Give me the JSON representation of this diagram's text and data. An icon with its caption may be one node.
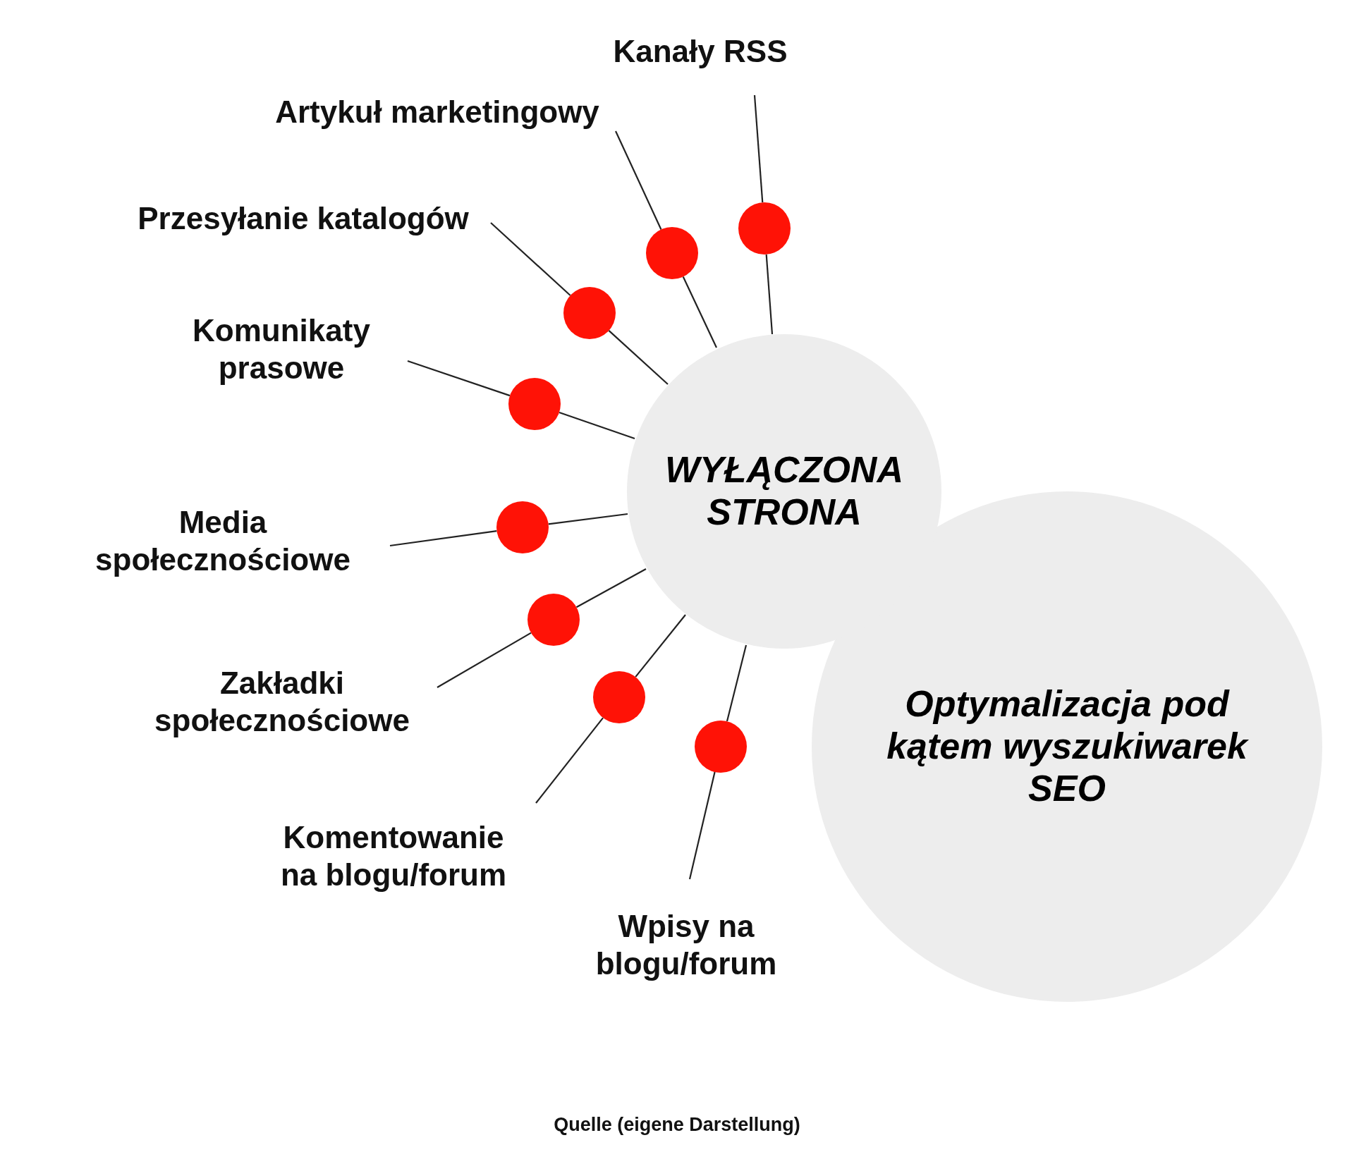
{
  "diagram": {
    "caption": "Quelle (eigene Darstellung)",
    "nodes": [
      {
        "text": [
          "WYŁĄCZONA STRONA"
        ]
      },
      {
        "text": [
          "Optymalizacja pod kątem wyszukiwarek SEO"
        ]
      },
      {
        "text": [
          "Kanały RSS"
        ]
      },
      {
        "text": [
          "Artykuł marketingowy"
        ]
      },
      {
        "text": [
          "Przesyłanie katalogów"
        ]
      },
      {
        "text": [
          "Komunikaty prasowe"
        ]
      },
      {
        "text": [
          "Media społecznościowe"
        ]
      },
      {
        "text": [
          "Zakładki społecznościowe"
        ]
      },
      {
        "text": [
          "Komentowanie na blogu/forum"
        ]
      },
      {
        "text": [
          "Wpisy na blogu/forum"
        ]
      },
      {
        "text": [],
        "shape": "circle"
      },
      {
        "text": [],
        "shape": "circle"
      },
      {
        "text": [],
        "shape": "circle"
      },
      {
        "text": [],
        "shape": "circle"
      },
      {
        "text": [],
        "shape": "circle"
      },
      {
        "text": [],
        "shape": "circle"
      },
      {
        "text": [],
        "shape": "circle"
      },
      {
        "text": [],
        "shape": "circle"
      }
    ],
    "edges": [
      {
        "from": 2,
        "to": 10,
        "arrow": "none"
      },
      {
        "from": 10,
        "to": 0,
        "arrow": "none"
      },
      {
        "from": 3,
        "to": 11,
        "arrow": "none"
      },
      {
        "from": 11,
        "to": 0,
        "arrow": "none"
      },
      {
        "from": 4,
        "to": 12,
        "arrow": "none"
      },
      {
        "from": 12,
        "to": 0,
        "arrow": "none"
      },
      {
        "from": 5,
        "to": 13,
        "arrow": "none"
      },
      {
        "from": 13,
        "to": 0,
        "arrow": "none"
      },
      {
        "from": 6,
        "to": 14,
        "arrow": "none"
      },
      {
        "from": 14,
        "to": 0,
        "arrow": "none"
      },
      {
        "from": 7,
        "to": 15,
        "arrow": "none"
      },
      {
        "from": 15,
        "to": 0,
        "arrow": "none"
      },
      {
        "from": 8,
        "to": 16,
        "arrow": "none"
      },
      {
        "from": 16,
        "to": 0,
        "arrow": "none"
      },
      {
        "from": 9,
        "to": 17,
        "arrow": "none"
      },
      {
        "from": 17,
        "to": 0,
        "arrow": "none"
      }
    ]
  }
}
